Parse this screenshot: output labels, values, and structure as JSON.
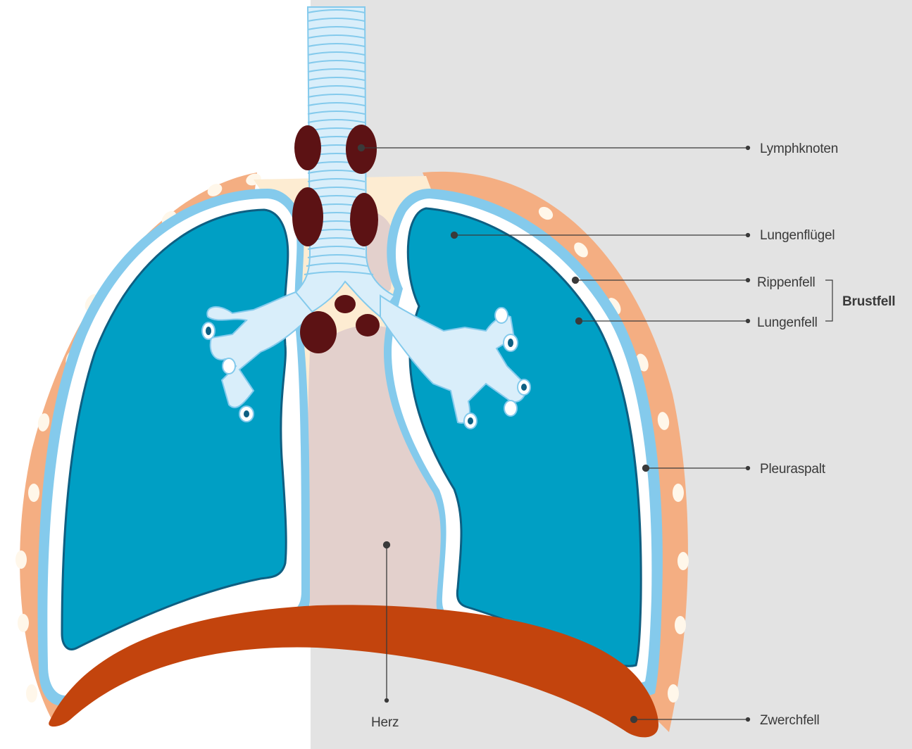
{
  "labels": {
    "lymphknoten": "Lymphknoten",
    "lungenfluegel": "Lungenflügel",
    "rippenfell": "Rippenfell",
    "lungenfell": "Lungenfell",
    "brustfell": "Brustfell",
    "pleuraspalt": "Pleuraspalt",
    "herz": "Herz",
    "zwerchfell": "Zwerchfell"
  },
  "colors": {
    "background_left": "#ffffff",
    "background_right": "#e3e3e3",
    "rib_wall": "#f4ae82",
    "pleura_blue": "#84caec",
    "lung_fill": "#009fc4",
    "lung_outline": "#0e5f82",
    "mediastinum": "#fdecd2",
    "heart": "#e3d0cc",
    "diaphragm": "#c3440d",
    "lymph_node": "#5c1214",
    "trachea": "#d9eefa",
    "leader_line": "#3a3a3a"
  }
}
